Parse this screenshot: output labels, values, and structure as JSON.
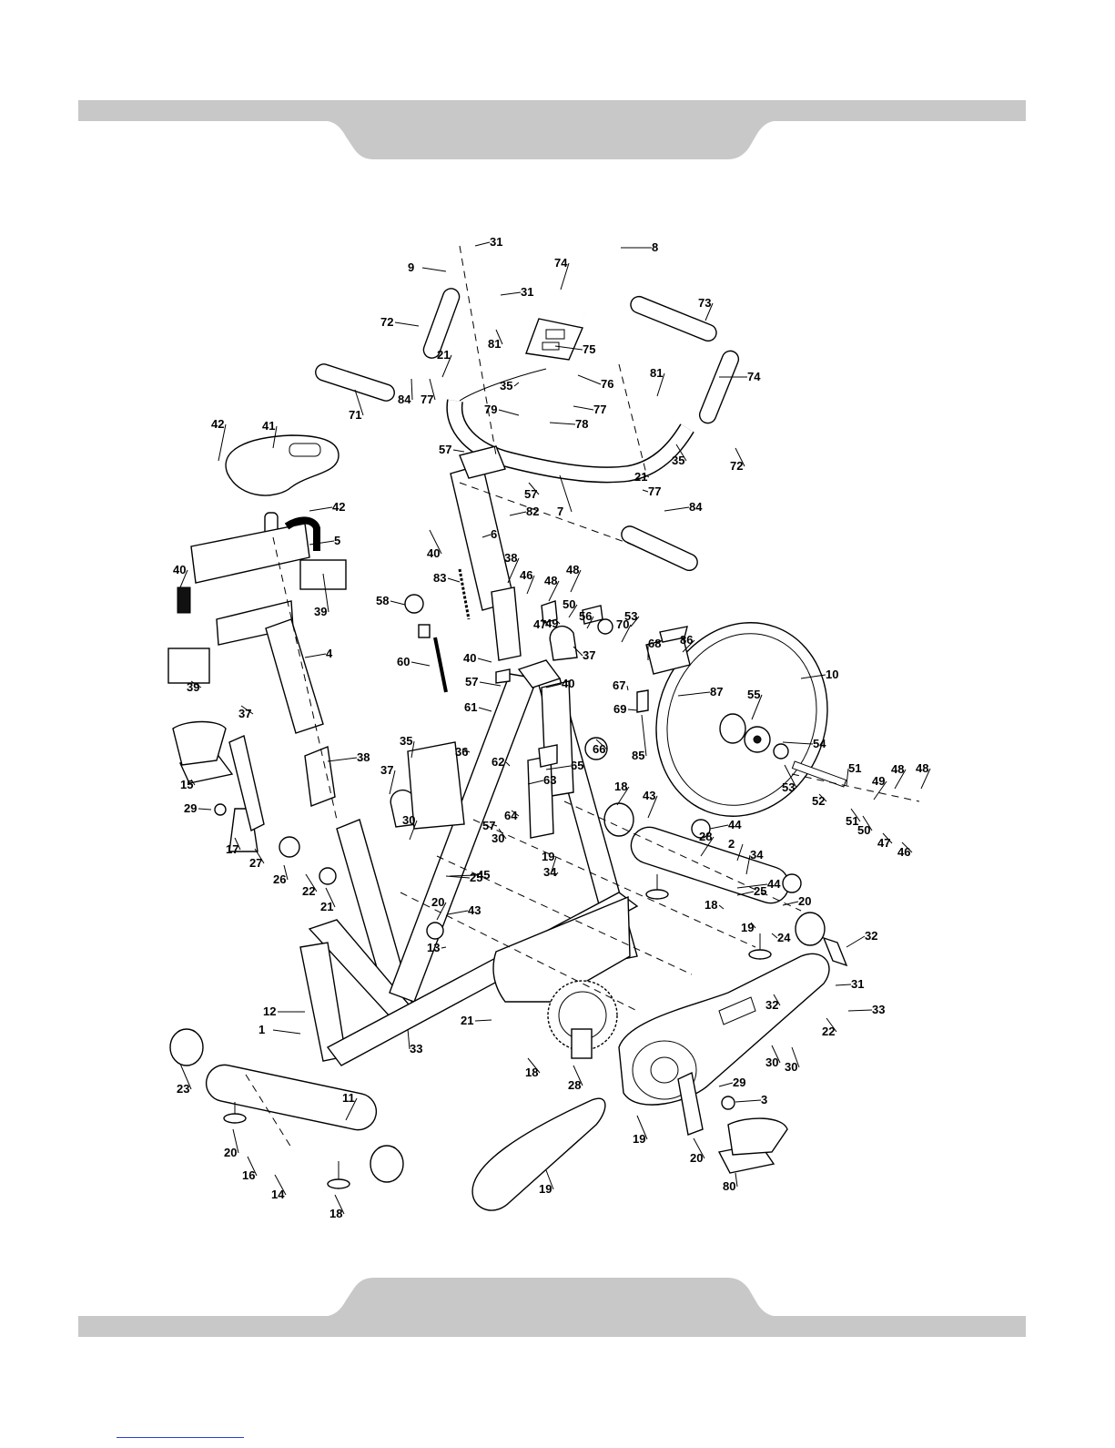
{
  "header": {
    "bar_color": "#c8c8c8"
  },
  "footer": {
    "bar_color": "#c8c8c8",
    "link_color": "#2a3fd0"
  },
  "labels": [
    "31",
    "8",
    "9",
    "74",
    "31",
    "73",
    "72",
    "81",
    "75",
    "35",
    "76",
    "21",
    "71",
    "84",
    "77",
    "81",
    "74",
    "77",
    "79",
    "78",
    "35",
    "72",
    "42",
    "41",
    "57",
    "21",
    "77",
    "57",
    "82",
    "7",
    "84",
    "42",
    "5",
    "40",
    "6",
    "40",
    "38",
    "46",
    "48",
    "48",
    "83",
    "58",
    "50",
    "49",
    "56",
    "47",
    "53",
    "70",
    "39",
    "39",
    "40",
    "37",
    "68",
    "86",
    "4",
    "10",
    "67",
    "60",
    "57",
    "40",
    "87",
    "37",
    "55",
    "61",
    "69",
    "85",
    "54",
    "35",
    "36",
    "66",
    "62",
    "65",
    "63",
    "53",
    "38",
    "51",
    "48",
    "49",
    "48",
    "18",
    "15",
    "52",
    "37",
    "64",
    "43",
    "44",
    "57",
    "51",
    "50",
    "47",
    "46",
    "30",
    "29",
    "30",
    "45",
    "28",
    "17",
    "27",
    "2",
    "26",
    "25",
    "22",
    "21",
    "19",
    "34",
    "44",
    "25",
    "34",
    "20",
    "43",
    "18",
    "20",
    "19",
    "24",
    "13",
    "32",
    "31",
    "33",
    "32",
    "22",
    "12",
    "21",
    "1",
    "33",
    "30",
    "30",
    "18",
    "23",
    "28",
    "29",
    "3",
    "11",
    "19",
    "20",
    "16",
    "20",
    "14",
    "80",
    "19",
    "18"
  ]
}
